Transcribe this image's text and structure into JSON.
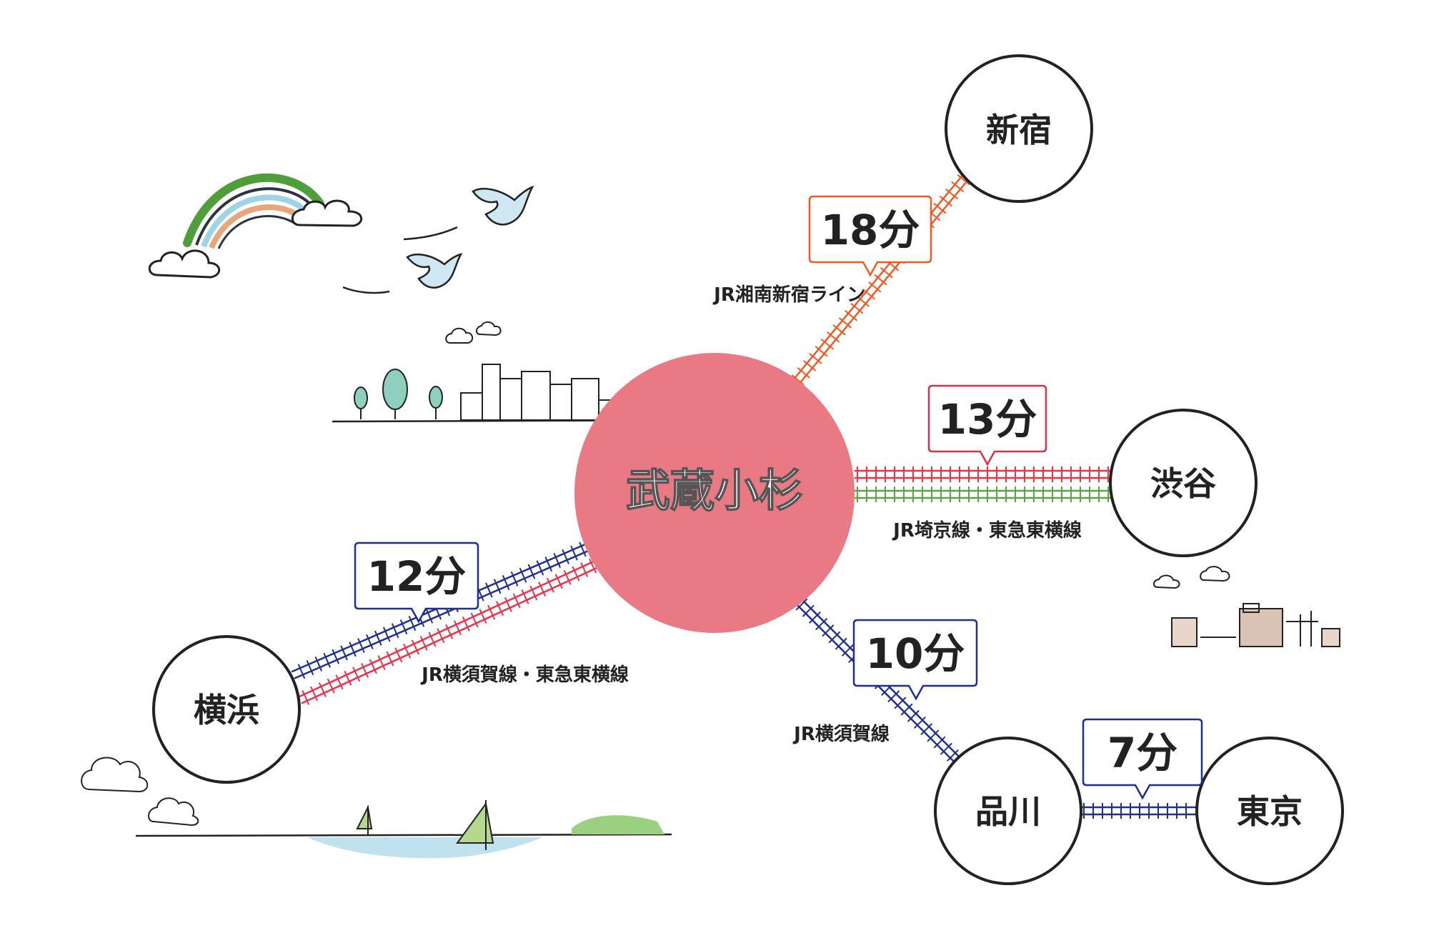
{
  "center_station": {
    "name": "武蔵小杉",
    "fill": "#e97a84"
  },
  "stations": {
    "shinjuku": "新宿",
    "shibuya": "渋谷",
    "yokohama": "横浜",
    "shinagawa": "品川",
    "tokyo": "東京"
  },
  "times": {
    "shinjuku": "18分",
    "shibuya": "13分",
    "yokohama": "12分",
    "shinagawa": "10分",
    "tokyo": "7分"
  },
  "lines": {
    "shinjuku": "JR湘南新宿ライン",
    "shibuya": "JR埼京線・東急東横線",
    "yokohama": "JR横須賀線・東急東横線",
    "shinagawa": "JR横須賀線"
  },
  "colors": {
    "shonan_shinjuku": "#ee5a24",
    "toyoko_red": "#e8334a",
    "saikyo_green": "#5aa543",
    "yokosuka_blue": "#1f2f8f",
    "callout_orange": "#ee5a24",
    "callout_red": "#d9304a",
    "callout_blue": "#1f2f8f"
  }
}
